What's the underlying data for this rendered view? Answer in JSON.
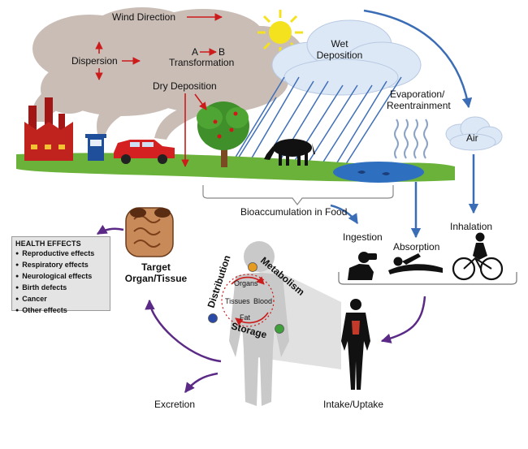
{
  "labels": {
    "wind_direction": "Wind Direction",
    "dispersion": "Dispersion",
    "transformation_a": "A",
    "transformation_b": "B",
    "transformation": "Transformation",
    "dry_deposition": "Dry Deposition",
    "wet_deposition_line1": "Wet",
    "wet_deposition_line2": "Deposition",
    "evaporation_line1": "Evaporation/",
    "evaporation_line2": "Reentrainment",
    "air": "Air",
    "bioaccumulation": "Bioaccumulation in Food",
    "ingestion": "Ingestion",
    "absorption": "Absorption",
    "inhalation": "Inhalation",
    "target_line1": "Target",
    "target_line2": "Organ/Tissue",
    "excretion": "Excretion",
    "intake_uptake": "Intake/Uptake"
  },
  "body_cycle": {
    "distribution": "Distribution",
    "metabolism": "Metabolism",
    "storage": "Storage",
    "organs": "Organs",
    "tissues": "Tissues",
    "blood": "Blood",
    "fat": "Fat"
  },
  "health_effects": {
    "title": "HEALTH EFFECTS",
    "items": [
      "Reproductive effects",
      "Respiratory effects",
      "Neurological effects",
      "Birth defects",
      "Cancer",
      "Other effects"
    ]
  },
  "colors": {
    "arrow_red": "#cc1b1b",
    "arrow_blue": "#3a6db5",
    "arrow_purple": "#5b2a86",
    "smoke": "#c9bdb6",
    "rain": "#3f6fb8",
    "ground": "#6bb23a",
    "sun": "#f4e21e",
    "cloud_blue": "#dde8f6"
  }
}
